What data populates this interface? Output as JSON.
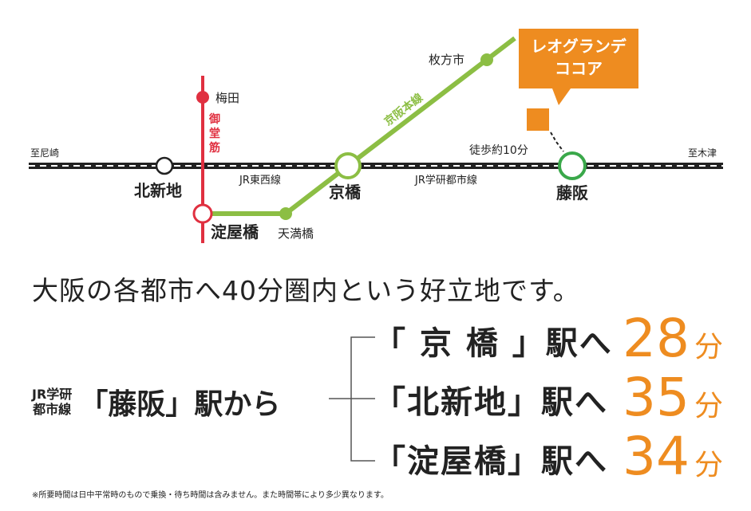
{
  "map": {
    "line_left_label": "至尼崎",
    "line_right_label": "至木津",
    "jr_tozai_label": "JR東西線",
    "jr_gakken_label": "JR学研都市線",
    "keihan_label": "京阪本線",
    "midosuji_label": "御堂筋",
    "walk_label": "徒歩約10分",
    "property_name_line1": "レオグランデ",
    "property_name_line2": "ココア",
    "stations": {
      "umeda": "梅田",
      "kitashinchi": "北新地",
      "kyobashi": "京橋",
      "fujisaka": "藤阪",
      "yodoyabashi": "淀屋橋",
      "temmabashi": "天満橋",
      "hirakatashi": "枚方市"
    },
    "colors": {
      "midosuji": "#e03040",
      "keihan": "#8cbe44",
      "jr_station": "#3aa84a",
      "property": "#ee8c20"
    }
  },
  "headline": "大阪の各都市へ40分圏内という好立地です。",
  "origin": {
    "line_small_1": "JR学研",
    "line_small_2": "都市線",
    "main": "「藤阪」駅から"
  },
  "destinations": [
    {
      "name": "「 京 橋 」駅へ",
      "minutes": "28",
      "unit": "分"
    },
    {
      "name": "「北新地」駅へ",
      "minutes": "35",
      "unit": "分"
    },
    {
      "name": "「淀屋橋」駅へ",
      "minutes": "34",
      "unit": "分"
    }
  ],
  "footnote": "※所要時間は日中平常時のもので乗換・待ち時間は含みません。また時間帯により多少異なります。"
}
